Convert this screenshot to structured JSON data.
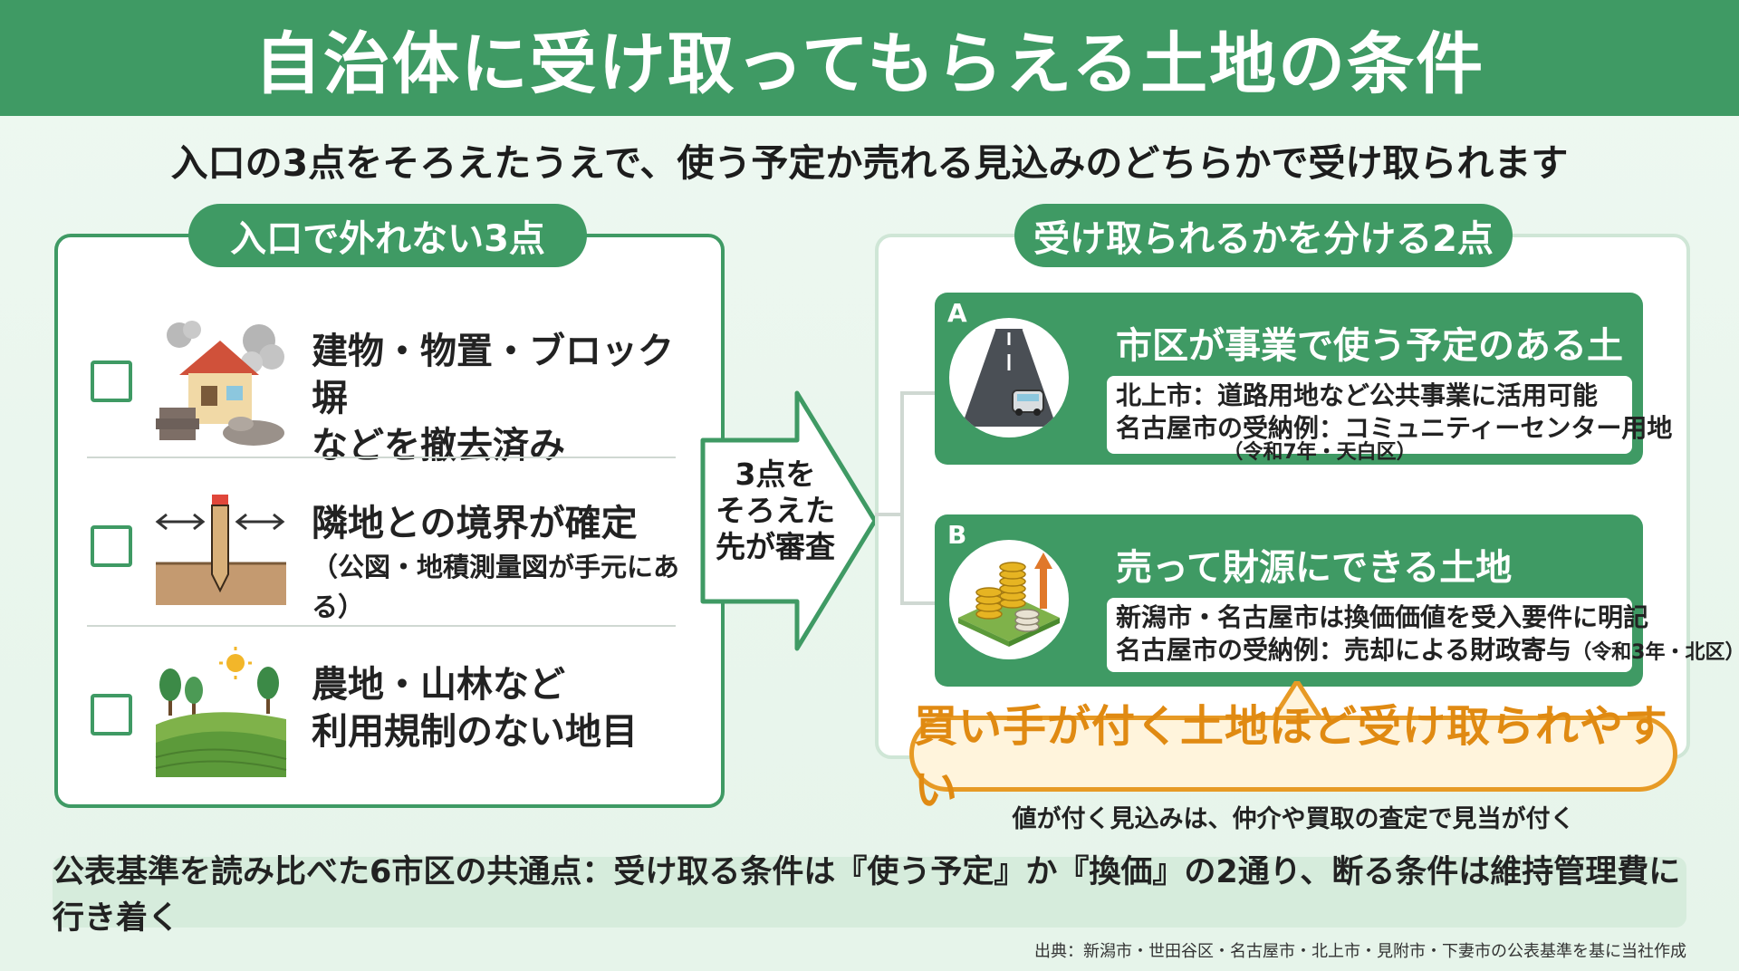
{
  "title": "自治体に受け取ってもらえる土地の条件",
  "subtitle": "入口の3点をそろえたうえで、使う予定か売れる見込みのどちらかで受け取られます",
  "left_panel": {
    "heading": "入口で外れない3点",
    "items": [
      {
        "line1": "建物・物置・ブロック塀",
        "line2": "などを撤去済み",
        "icon": "demolished-house-icon"
      },
      {
        "line1": "隣地との境界が確定",
        "note": "（公図・地積測量図が手元にある）",
        "icon": "boundary-stake-icon"
      },
      {
        "line1": "農地・山林など",
        "line2": "利用規制のない地目",
        "icon": "farmland-forest-icon"
      }
    ]
  },
  "arrow": {
    "line1": "3点を",
    "line2": "そろえた",
    "line3": "先が審査"
  },
  "right_panel": {
    "heading": "受け取られるかを分ける2点",
    "cards": [
      {
        "letter": "A",
        "title": "市区が事業で使う予定のある土地",
        "line1": "北上市：道路用地など公共事業に活用可能",
        "line2": "名古屋市の受納例：コミュニティーセンター用地",
        "line3": "（令和7年・天白区）",
        "icon": "road-car-icon"
      },
      {
        "letter": "B",
        "title": "売って財源にできる土地",
        "line1": "新潟市・名古屋市は換価価値を受入要件に明記",
        "line2": "名古屋市の受納例：売却による財政寄与",
        "line2_small": "（令和3年・北区）",
        "icon": "coins-land-icon"
      }
    ]
  },
  "callout": {
    "text": "買い手が付く土地ほど受け取られやすい",
    "note": "値が付く見込みは、仲介や買取の査定で見当が付く"
  },
  "bottom_summary": "公表基準を読み比べた6市区の共通点：受け取る条件は『使う予定』か『換価』の2通り、断る条件は維持管理費に行き着く",
  "source": "出典：新潟市・世田谷区・名古屋市・北上市・見附市・下妻市の公表基準を基に当社作成",
  "colors": {
    "primary_green": "#3f9a64",
    "accent_orange": "#e79a25",
    "background": "#eef8f1"
  }
}
